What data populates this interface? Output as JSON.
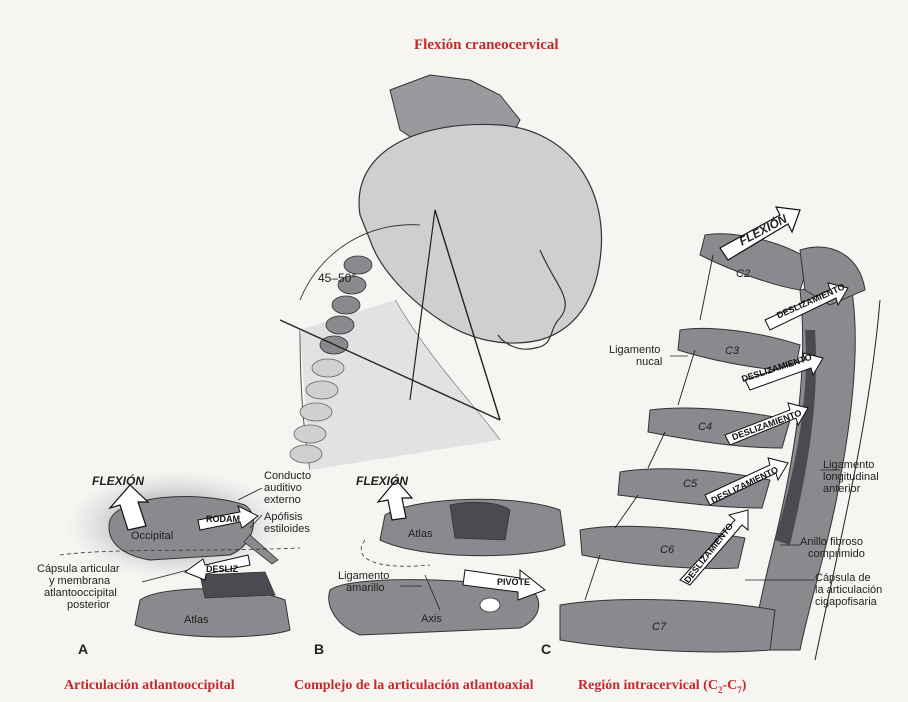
{
  "title": "Flexión craneocervical",
  "angle_label": "45–50°",
  "panels": {
    "a": {
      "letter": "A",
      "caption": "Articulación atlantooccipital",
      "flexion": "FLEXIÓN",
      "rodam": "RODAM",
      "desliz": "DESLIZ",
      "occipital": "Occipital",
      "atlas": "Atlas",
      "conducto": [
        "Conducto",
        "auditivo",
        "externo"
      ],
      "apofisis": [
        "Apófisis",
        "estiloides"
      ],
      "capsula": [
        "Cápsula articular",
        "y membrana",
        "atlantooccipital",
        "posterior"
      ]
    },
    "b": {
      "letter": "B",
      "caption": "Complejo de la articulación atlantoaxial",
      "flexion": "FLEXIÓN",
      "atlas": "Atlas",
      "axis": "Axis",
      "pivote": "PIVOTE",
      "ligamento": [
        "Ligamento",
        "amarillo"
      ]
    },
    "c": {
      "letter": "C",
      "caption": "Región intracervical (C",
      "caption_sub1": "2",
      "caption_mid": "-C",
      "caption_sub2": "7",
      "caption_end": ")",
      "flexion": "FLEXIÓN",
      "vertebrae": [
        "C2",
        "C3",
        "C4",
        "C5",
        "C6",
        "C7"
      ],
      "deslizamiento": "DESLIZAMIENTO",
      "lig_nucal": [
        "Ligamento",
        "nucal"
      ],
      "lig_long": [
        "Ligamento",
        "longitudinal",
        "anterior"
      ],
      "anillo": [
        "Anillo fibroso",
        "comprimido"
      ],
      "capsula": [
        "Cápsula de",
        "la articulación",
        "cigapofisaria"
      ]
    }
  },
  "colors": {
    "caption_red": "#c42a2a",
    "bone_gray": "#8a8a8e",
    "dark": "#4a4a50",
    "skin": "#d6d6d6"
  }
}
